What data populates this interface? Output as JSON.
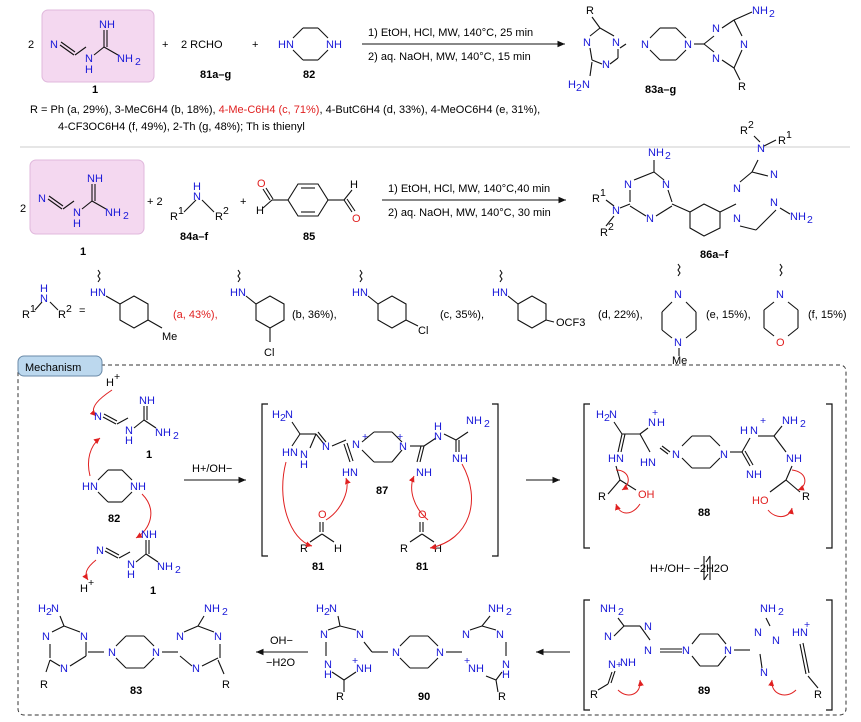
{
  "colors": {
    "pink_box": "#f4d8f0",
    "blue_text": "#1818d8",
    "red_text": "#e02020",
    "mechanism_label_bg": "#bcd8ee"
  },
  "scheme1": {
    "coef_2": "2",
    "plus": "+",
    "rcho": "2 RCHO",
    "label_1": "1",
    "label_81": "81a–g",
    "label_82": "82",
    "label_83": "83a–g",
    "cond1": "1) EtOH, HCl, MW, 140°C, 25 min",
    "cond2": "2) aq. NaOH, MW, 140°C, 15 min",
    "r_line1_a": "R = Ph (a, 29%), 3-MeC6H4 (b, 18%), ",
    "r_line1_red": "4-Me-C6H4 (c, 71%)",
    "r_line1_b": ", 4-ButC6H4 (d, 33%), 4-MeOC6H4 (e, 31%),",
    "r_line2": "4-CF3OC6H4 (f, 49%), 2-Th (g, 48%); Th is thienyl"
  },
  "scheme2": {
    "label_1": "1",
    "coef_2": "2",
    "plus_2": "+ 2",
    "plus": "+",
    "label_84": "84a–f",
    "label_85": "85",
    "label_86": "86a–f",
    "cond1": "1) EtOH, HCl, MW, 140°C,40 min",
    "cond2": "2) aq. NaOH, MW, 140°C, 30 min",
    "amine_eq": "=",
    "sub_a": "(a, 43%),",
    "sub_b": "(b, 36%),",
    "sub_c": "(c, 35%),",
    "sub_d": "(d, 22%),",
    "sub_e": "(e, 15%),",
    "sub_f": "(f, 15%)",
    "me": "Me",
    "cl": "Cl",
    "ocf3": "OCF3"
  },
  "mechanism": {
    "title": "Mechanism",
    "label_1a": "1",
    "label_82": "82",
    "label_1b": "1",
    "cond_acid": "H+/OH−",
    "label_87": "87",
    "label_81a": "81",
    "label_81b": "81",
    "label_88": "88",
    "cond_water": "H+/OH−   −2H2O",
    "label_89": "89",
    "label_90": "90",
    "label_83": "83",
    "cond_oh": "OH−",
    "cond_h2o": "−H2O"
  }
}
